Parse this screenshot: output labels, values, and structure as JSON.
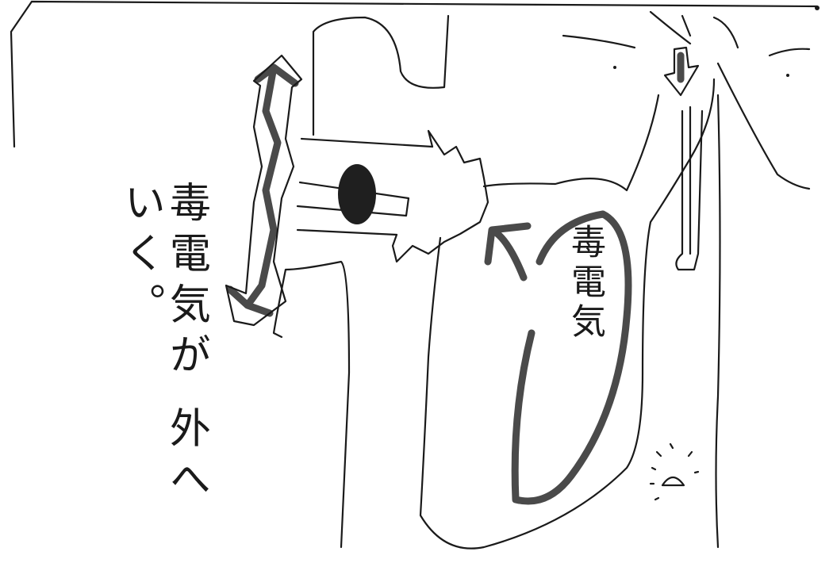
{
  "sketch": {
    "caption_lines": [
      "毒電気が",
      "外へいく。"
    ],
    "inner_label": "毒電気"
  },
  "colors": {
    "ink": "#1a1a1a",
    "marker": "#4a4a4a",
    "paper": "#ffffff"
  },
  "icons": [
    "double-headed-arrow-icon",
    "curved-arrow-icon",
    "down-arrow-icon",
    "dome-icon"
  ]
}
